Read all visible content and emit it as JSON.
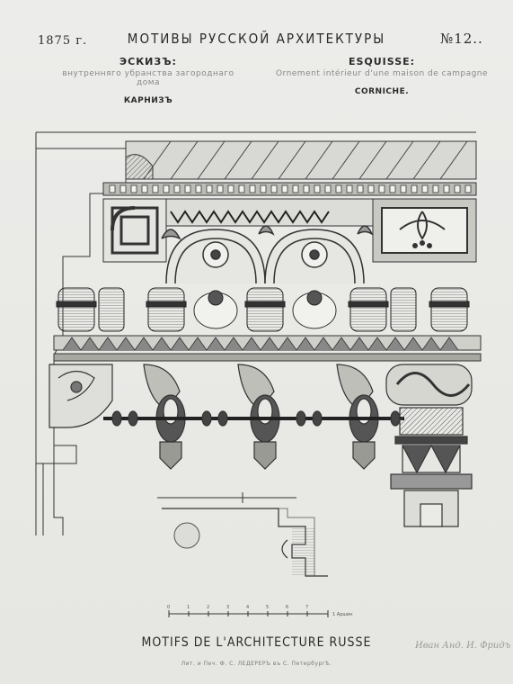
{
  "header": {
    "year": "1875 г.",
    "title_ru": "МОТИВЫ РУССКОЙ АРХИТЕКТУРЫ",
    "plate_number": "№12.."
  },
  "left_caption": {
    "heading": "ЭСКИЗЪ:",
    "subtitle": "внутренняго убранства загороднаго дома",
    "item": "КАРНИЗЪ"
  },
  "right_caption": {
    "heading": "ESQUISSE:",
    "subtitle": "Ornement intérieur d'une maison de campagne",
    "item": "CORNICHE."
  },
  "footer": {
    "title_fr": "MOTIFS DE L'ARCHITECTURE RUSSE",
    "printer_line": "Лит. и Печ. Ф. С. ЛЕДЕРЕРЪ въ С. Петербургѣ.",
    "signature": "Иван Анд. И. Фридъ"
  },
  "scale_bar": {
    "labels": [
      "0",
      "1",
      "2",
      "3",
      "4",
      "5",
      "6",
      "7",
      "1 Аршин"
    ]
  },
  "colors": {
    "ink": "#2a2a2a",
    "paper": "#e9e9e6",
    "shade": "#6f6f6f"
  }
}
